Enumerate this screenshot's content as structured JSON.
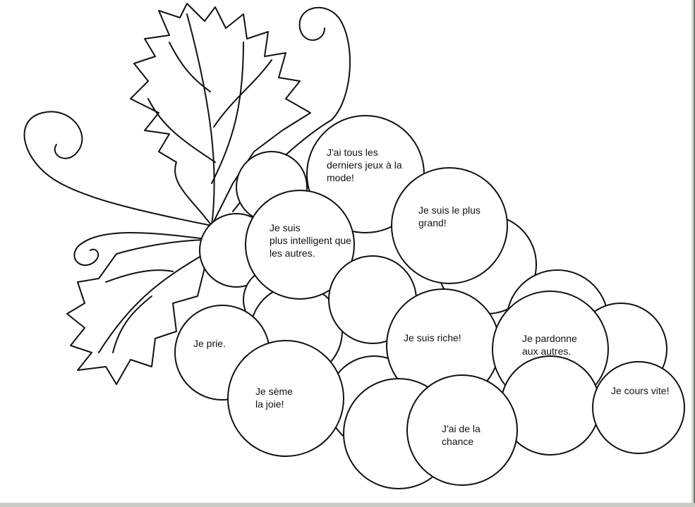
{
  "grapes": {
    "g_mode": "J'ai tous les\nderniers jeux à la\nmode!",
    "g_grand": "Je suis le plus\ngrand!",
    "g_intel": "Je suis\nplus intelligent que\nles autres.",
    "g_prie": "Je prie.",
    "g_riche": "Je suis riche!",
    "g_pardonne": "Je pardonne\naux autres.",
    "g_seme": "Je sème\n la joie!",
    "g_cours": "Je cours vite!",
    "g_chance": "J'ai de la\nchance"
  },
  "colors": {
    "line": "#111111",
    "paper": "#ffffff",
    "edge": "#d9dad4"
  }
}
